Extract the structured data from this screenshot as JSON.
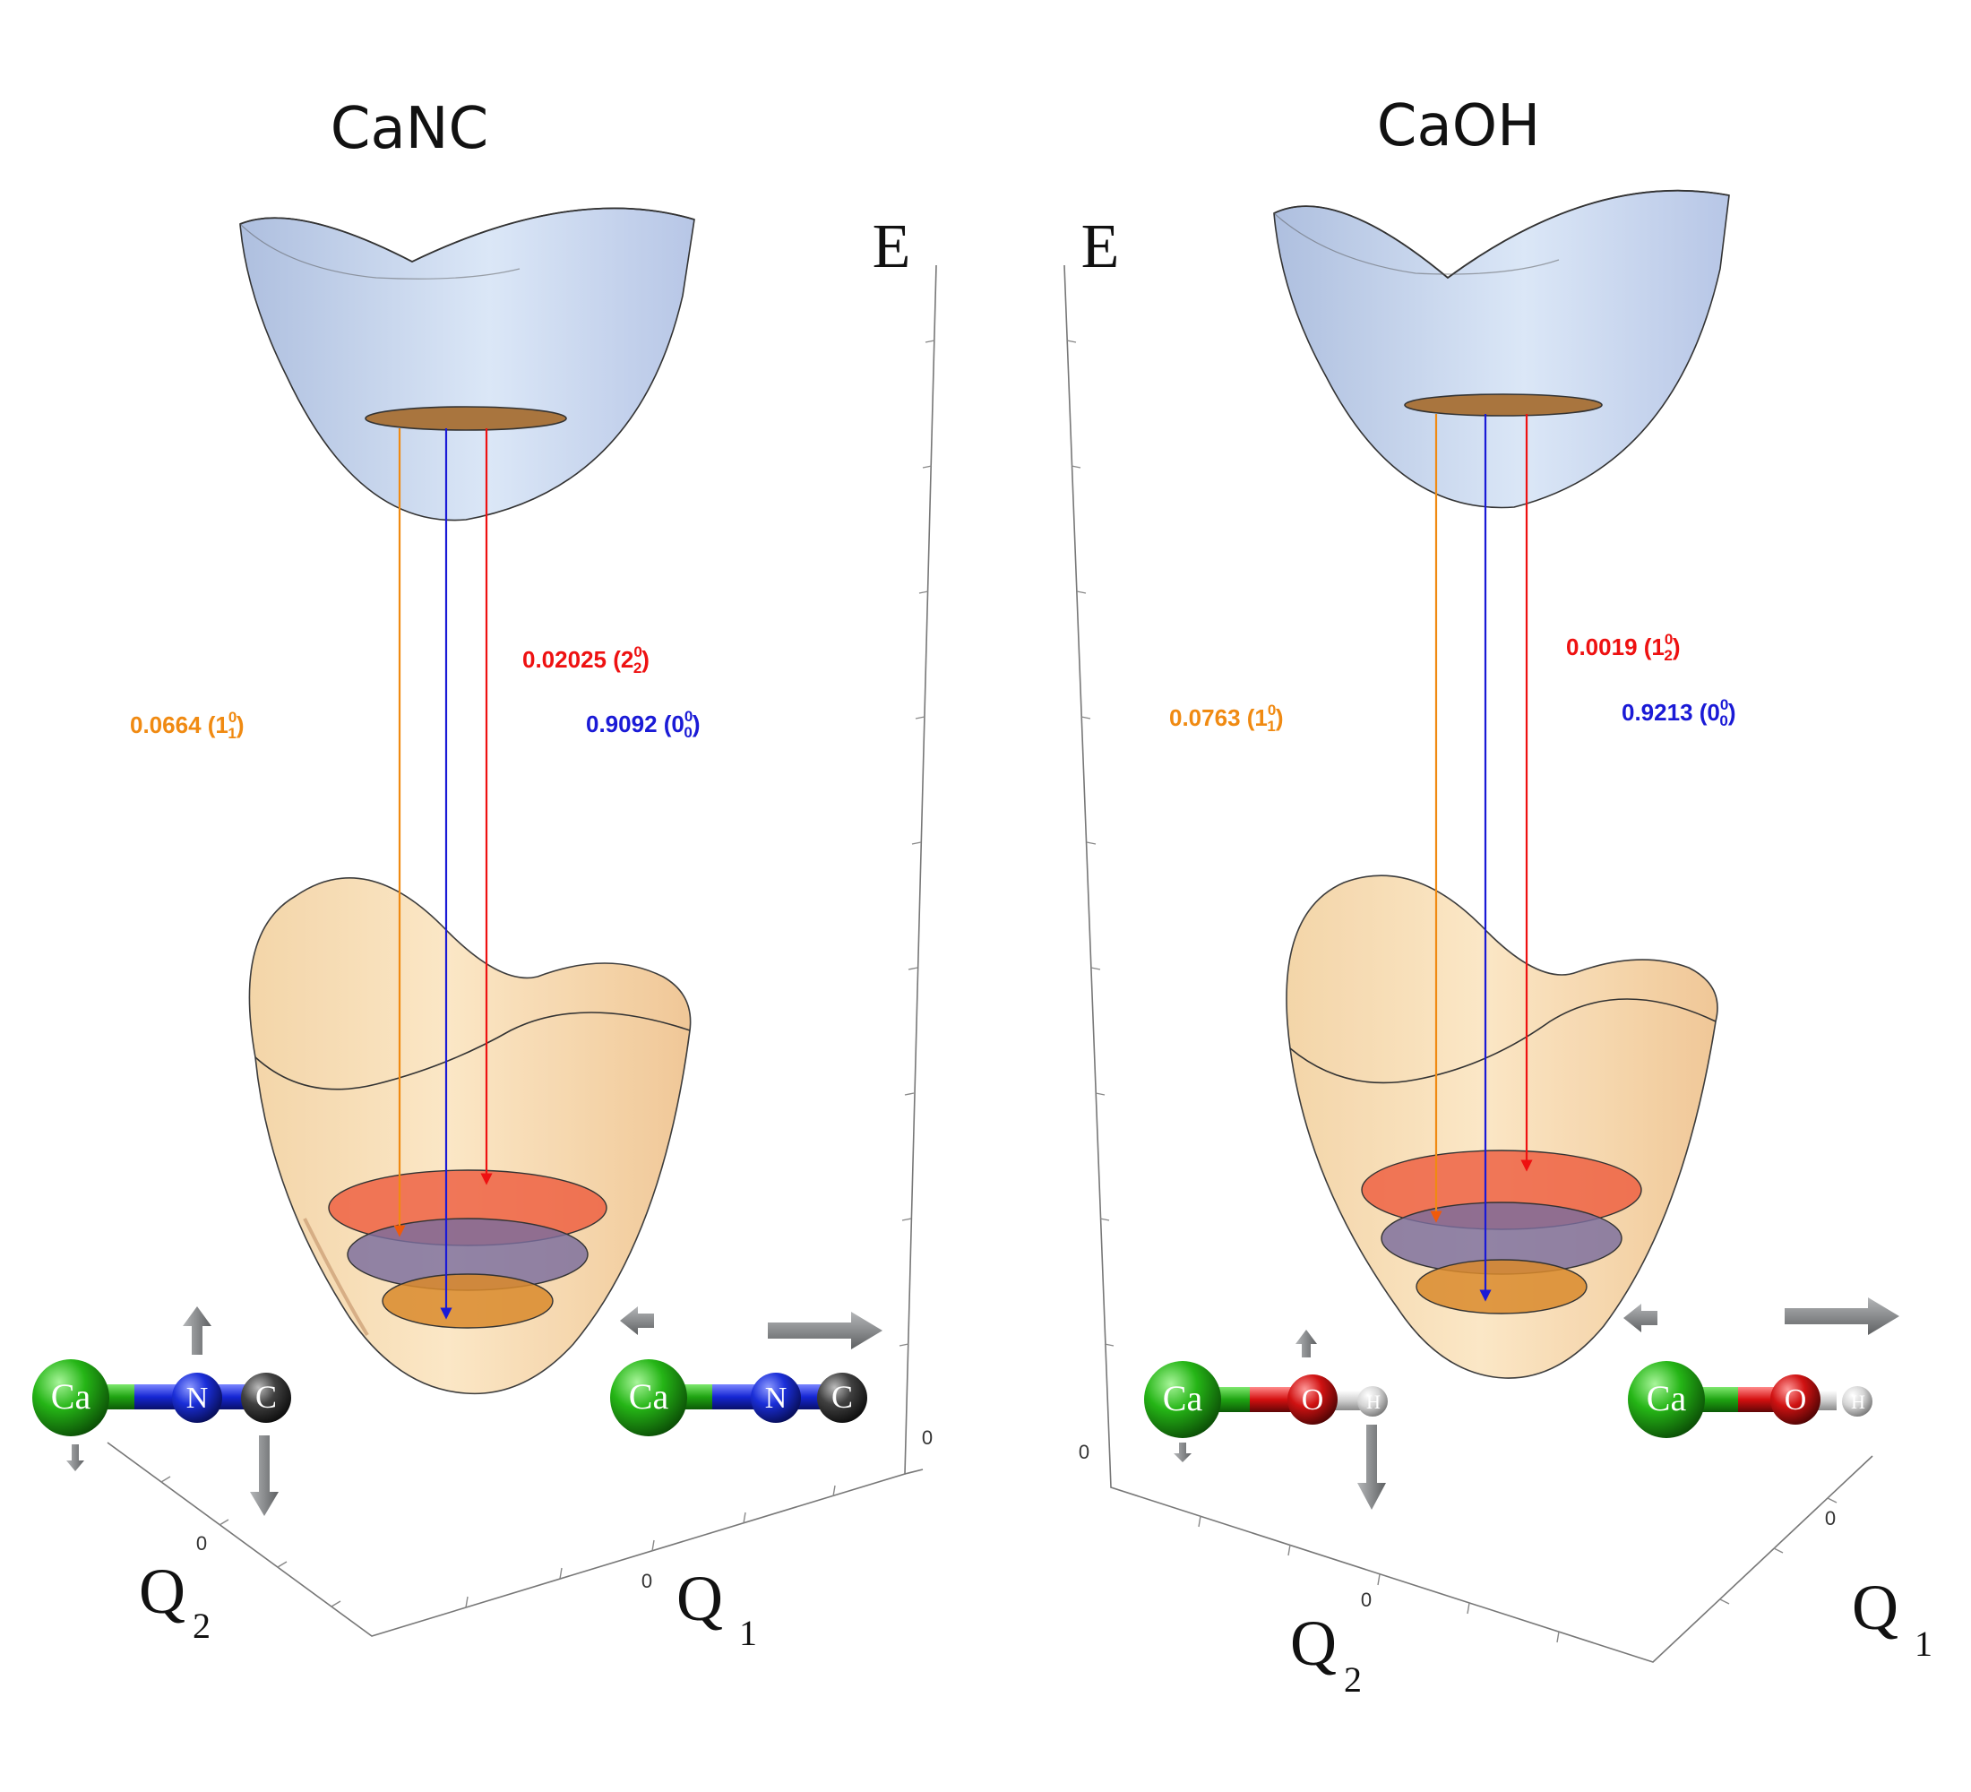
{
  "panels": [
    {
      "title": "CaNC",
      "energy_axis": "E",
      "q1_label": "Q",
      "q1_sub": "1",
      "q2_label": "Q",
      "q2_sub": "2",
      "tick_e": "0",
      "tick_q1": "0",
      "tick_q2": "0",
      "factors": [
        {
          "value": "0.0664",
          "band": "1",
          "up": "0",
          "low": "1",
          "color": "#f08a12"
        },
        {
          "value": "0.02025",
          "band": "2",
          "up": "0",
          "low": "2",
          "color": "#ee1111"
        },
        {
          "value": "0.9092",
          "band": "0",
          "up": "0",
          "low": "0",
          "color": "#1a1ad6"
        }
      ],
      "molecule": {
        "a1": "Ca",
        "a2": "N",
        "a3": "C"
      }
    },
    {
      "title": "CaOH",
      "energy_axis": "E",
      "q1_label": "Q",
      "q1_sub": "1",
      "q2_label": "Q",
      "q2_sub": "2",
      "tick_e": "0",
      "tick_q1": "0",
      "tick_q2": "0",
      "factors": [
        {
          "value": "0.0763",
          "band": "1",
          "up": "0",
          "low": "1",
          "color": "#f08a12"
        },
        {
          "value": "0.0019",
          "band": "1",
          "up": "0",
          "low": "2",
          "color": "#ee1111"
        },
        {
          "value": "0.9213",
          "band": "0",
          "up": "0",
          "low": "0",
          "color": "#1a1ad6"
        }
      ],
      "molecule": {
        "a1": "Ca",
        "a2": "O",
        "a3": "H"
      }
    }
  ],
  "colors": {
    "upper_surface": "#c9d6ee",
    "lower_surface": "#f6cfa0",
    "level_red": "#ee5a3c",
    "level_purple": "#7a6c9e",
    "level_orange": "#d98a2c",
    "calcium": "#22b014",
    "nitrogen": "#1426d8",
    "carbon": "#3a3a3a",
    "oxygen": "#d01010",
    "hydrogen": "#d8d8d8",
    "arrow_gray": "#8a8c8e"
  }
}
